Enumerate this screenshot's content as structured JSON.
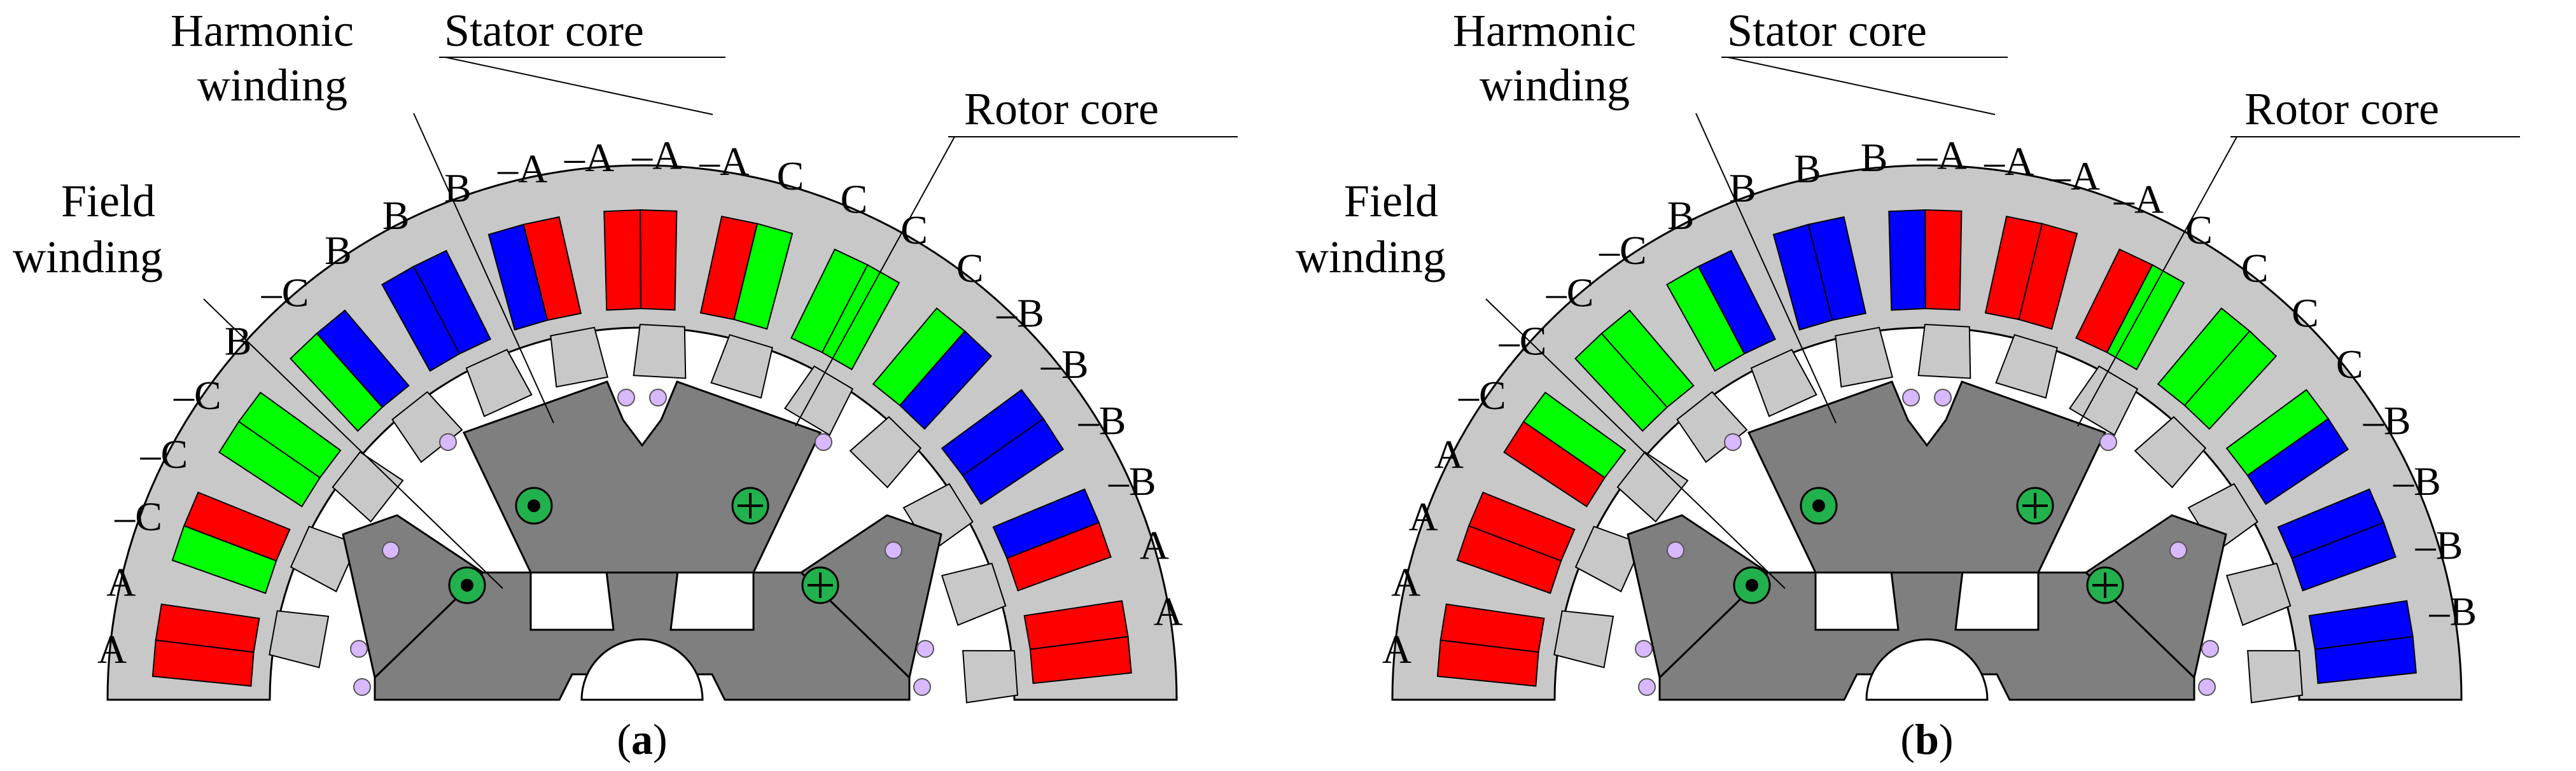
{
  "colors": {
    "stator": "#c8c8c8",
    "rotor": "#7f7f7f",
    "phase_A": "#ff0000",
    "phase_B": "#0000ff",
    "phase_C": "#00ff00",
    "field_coil": "#22b14c",
    "harmonic_conductor": "#d8b8ff",
    "outline": "#000000",
    "background": "#ffffff"
  },
  "callouts": {
    "stator_core": "Stator core",
    "rotor_core": "Rotor core",
    "harmonic_winding": [
      "Harmonic",
      "winding"
    ],
    "field_winding": [
      "Field",
      "winding"
    ]
  },
  "panels": [
    {
      "id": "a",
      "caption": {
        "open": "(",
        "letter": "a",
        "close": ")"
      },
      "slots": [
        {
          "left": "red",
          "right": "red"
        },
        {
          "left": "green",
          "right": "red"
        },
        {
          "left": "green",
          "right": "green"
        },
        {
          "left": "green",
          "right": "blue"
        },
        {
          "left": "blue",
          "right": "blue"
        },
        {
          "left": "blue",
          "right": "red"
        },
        {
          "left": "red",
          "right": "red"
        },
        {
          "left": "red",
          "right": "green"
        },
        {
          "left": "green",
          "right": "green"
        },
        {
          "left": "green",
          "right": "blue"
        },
        {
          "left": "blue",
          "right": "blue"
        },
        {
          "left": "blue",
          "right": "red"
        },
        {
          "left": "red",
          "right": "red"
        }
      ],
      "phase_labels": [
        "A",
        "A",
        "–C",
        "–C",
        "–C",
        "B",
        "–C",
        "B",
        "B",
        "B",
        "–A",
        "–A",
        "–A",
        "–A",
        "C",
        "C",
        "C",
        "C",
        "–B",
        "–B",
        "–B",
        "–B",
        "A",
        "A"
      ]
    },
    {
      "id": "b",
      "caption": {
        "open": "(",
        "letter": "b",
        "close": ")"
      },
      "slots": [
        {
          "left": "red",
          "right": "red"
        },
        {
          "left": "red",
          "right": "red"
        },
        {
          "left": "red",
          "right": "green"
        },
        {
          "left": "green",
          "right": "green"
        },
        {
          "left": "green",
          "right": "blue"
        },
        {
          "left": "blue",
          "right": "blue"
        },
        {
          "left": "blue",
          "right": "red"
        },
        {
          "left": "red",
          "right": "red"
        },
        {
          "left": "red",
          "right": "green"
        },
        {
          "left": "green",
          "right": "green"
        },
        {
          "left": "green",
          "right": "blue"
        },
        {
          "left": "blue",
          "right": "blue"
        },
        {
          "left": "blue",
          "right": "blue"
        }
      ],
      "phase_labels": [
        "A",
        "A",
        "A",
        "A",
        "–C",
        "–C",
        "–C",
        "–C",
        "B",
        "B",
        "B",
        "B",
        "–A",
        "–A",
        "–A",
        "–A",
        "C",
        "C",
        "C",
        "C",
        "–B",
        "–B",
        "–B",
        "–B"
      ]
    }
  ]
}
